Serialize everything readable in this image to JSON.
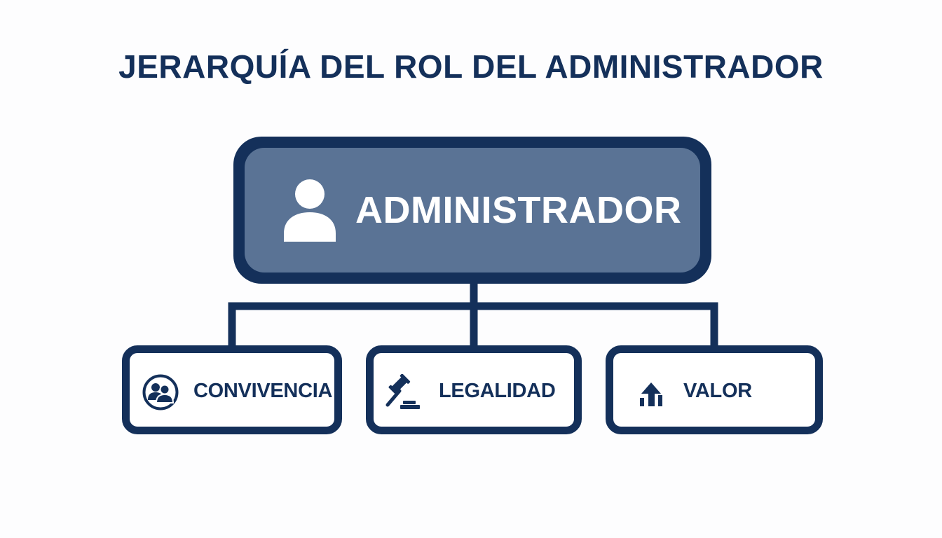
{
  "title": "JERARQUÍA DEL ROL DEL ADMINISTRADOR",
  "colors": {
    "primary": "#14305a",
    "root_fill": "#5a7395",
    "background": "#fdfdfe",
    "text_on_root": "#ffffff"
  },
  "root": {
    "label": "ADMINISTRADOR",
    "icon": "user-icon"
  },
  "children": [
    {
      "label": "CONVIVENCIA",
      "icon": "group-icon"
    },
    {
      "label": "LEGALIDAD",
      "icon": "gavel-icon"
    },
    {
      "label": "VALOR",
      "icon": "growth-arrow-icon"
    }
  ]
}
